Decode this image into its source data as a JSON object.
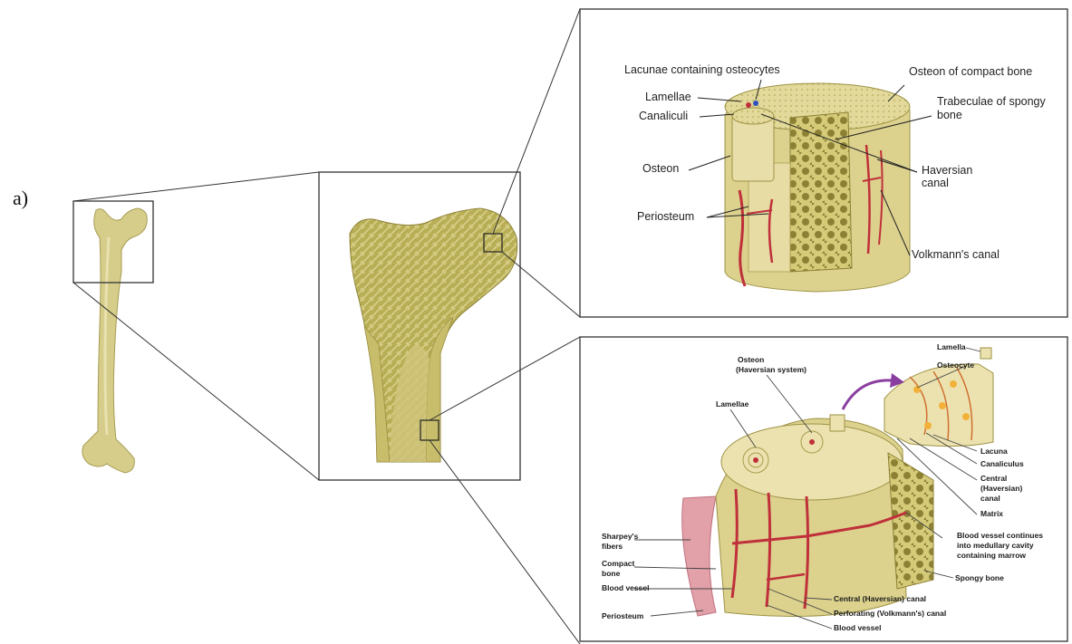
{
  "figure_label": "a)",
  "upper_panel": {
    "labels": {
      "lacunae": "Lacunae containing osteocytes",
      "lamellae": "Lamellae",
      "canaliculi": "Canaliculi",
      "osteon": "Osteon",
      "periosteum": "Periosteum",
      "osteon_compact": "Osteon of compact bone",
      "trabeculae_1": "Trabeculae of spongy",
      "trabeculae_2": "bone",
      "haversian_1": "Haversian",
      "haversian_2": "canal",
      "volkmann": "Volkmann's canal"
    }
  },
  "lower_panel": {
    "labels": {
      "lamella": "Lamella",
      "osteocyte": "Osteocyte",
      "osteon_1": "Osteon",
      "osteon_2": "(Haversian system)",
      "lamellae": "Lamellae",
      "lacuna": "Lacuna",
      "canaliculus": "Canaliculus",
      "central_1": "Central",
      "central_2": "(Haversian)",
      "central_3": "canal",
      "matrix": "Matrix",
      "blood_cont_1": "Blood vessel continues",
      "blood_cont_2": "into medullary cavity",
      "blood_cont_3": "containing marrow",
      "sharpey_1": "Sharpey's",
      "sharpey_2": "fibers",
      "compact_1": "Compact",
      "compact_2": "bone",
      "blood_vessel_left": "Blood vessel",
      "periosteum": "Periosteum",
      "spongy": "Spongy bone",
      "central_canal": "Central (Haversian) canal",
      "perforating": "Perforating (Volkmann's) canal",
      "blood_vessel_bottom": "Blood vessel"
    }
  },
  "colors": {
    "bone": "#d8d08a",
    "bone_dark": "#a89c4a",
    "bone_light": "#ece6b8",
    "vessel": "#c0303a",
    "periosteum": "#e2a0a8",
    "osteocyte": "#f2b23a",
    "arrow": "#8a3fa0"
  }
}
